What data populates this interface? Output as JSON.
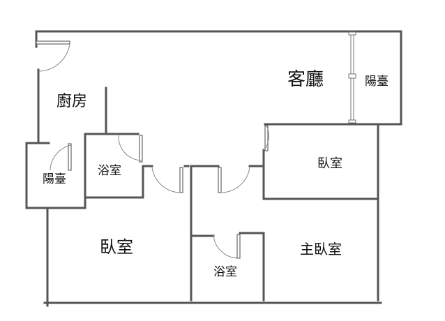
{
  "colors": {
    "wall": "#555555",
    "door": "#888888",
    "background": "#ffffff",
    "text": "#111111"
  },
  "rooms": {
    "living": "客廳",
    "balcony_east": "陽臺",
    "kitchen": "廚房",
    "balcony_west": "陽臺",
    "bath_upper": "浴室",
    "bedroom_ne": "臥室",
    "bedroom_sw": "臥室",
    "bath_lower": "浴室",
    "master": "主臥室"
  }
}
